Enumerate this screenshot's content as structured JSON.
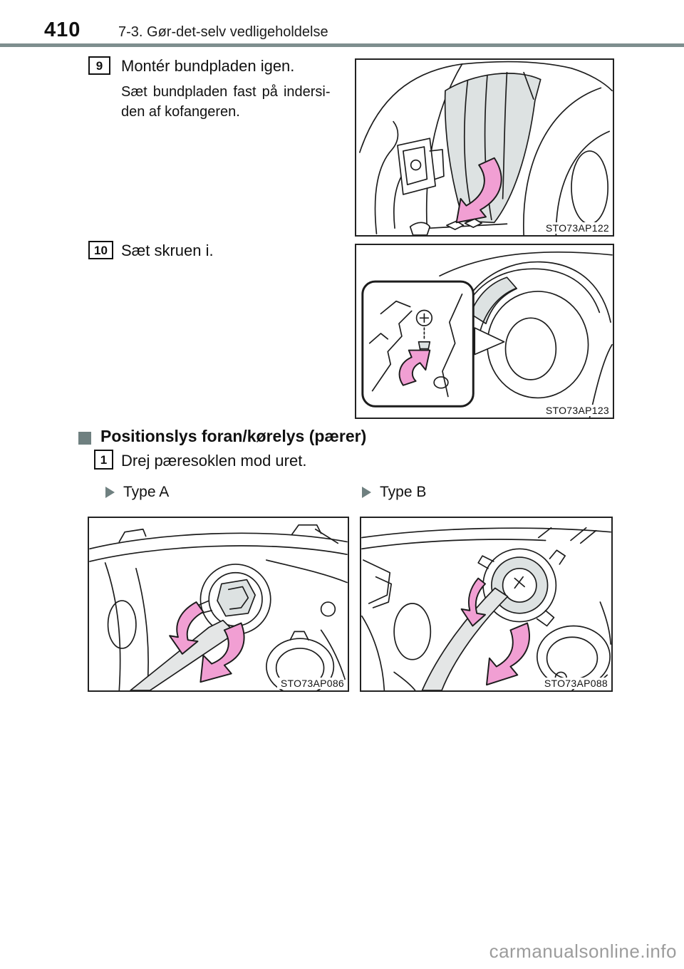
{
  "page": {
    "number": "410",
    "header_title": "7-3. Gør-det-selv vedligeholdelse",
    "watermark": "carmanualsonline.info"
  },
  "colors": {
    "header_rule": "#7E8E8E",
    "section_bullet": "#6F8080",
    "arrow_pink": "#F19FD3",
    "illustration_gray": "#DDE2E2",
    "watermark_gray": "#9C9C9C"
  },
  "steps": [
    {
      "number": "9",
      "title": "Montér bundpladen igen.",
      "body_line1": "Sæt bundpladen fast på indersi-",
      "body_line2": "den af kofangeren."
    },
    {
      "number": "10",
      "title": "Sæt skruen i."
    }
  ],
  "section": {
    "heading": "Positionslys foran/kørelys (pærer)",
    "step": {
      "number": "1",
      "title": "Drej pæresoklen mod uret."
    },
    "types": [
      {
        "label": "Type A"
      },
      {
        "label": "Type B"
      }
    ]
  },
  "figures": [
    {
      "id": "STO73AP122"
    },
    {
      "id": "STO73AP123"
    },
    {
      "id": "STO73AP086"
    },
    {
      "id": "STO73AP088"
    }
  ]
}
